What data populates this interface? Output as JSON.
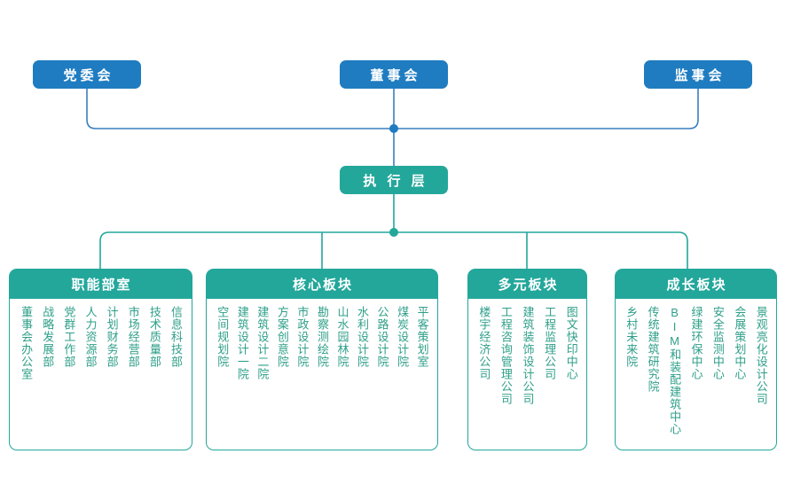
{
  "colors": {
    "blue": "#1f7cc0",
    "teal": "#23a79b",
    "item_text": "#2e9f89",
    "background": "#ffffff"
  },
  "top_level": {
    "party_committee": "党委会",
    "board_of_directors": "董事会",
    "supervisory_board": "监事会",
    "executive_layer": "执 行 层"
  },
  "groups": [
    {
      "id": "functional",
      "title": "职能部室",
      "items": [
        "董事会办公室",
        "战略发展部",
        "党群工作部",
        "人力资源部",
        "计划财务部",
        "市场经营部",
        "技术质量部",
        "信息科技部"
      ]
    },
    {
      "id": "core",
      "title": "核心板块",
      "items": [
        "空间规划院",
        "建筑设计一院",
        "建筑设计二院",
        "方案创意院",
        "市政设计院",
        "勘察测绘院",
        "山水园林院",
        "水利设计院",
        "公路设计院",
        "煤炭设计院",
        "平客策划室"
      ]
    },
    {
      "id": "diversified",
      "title": "多元板块",
      "items": [
        "楼宇经济公司",
        "工程咨询管理公司",
        "建筑装饰设计公司",
        "工程监理公司",
        "图文快印中心"
      ]
    },
    {
      "id": "growth",
      "title": "成长板块",
      "items": [
        "乡村未来院",
        "传统建筑研究院",
        "BIM和装配建筑中心",
        "绿建环保中心",
        "安全监测中心",
        "会展策划中心",
        "景观亮化设计公司"
      ]
    }
  ]
}
